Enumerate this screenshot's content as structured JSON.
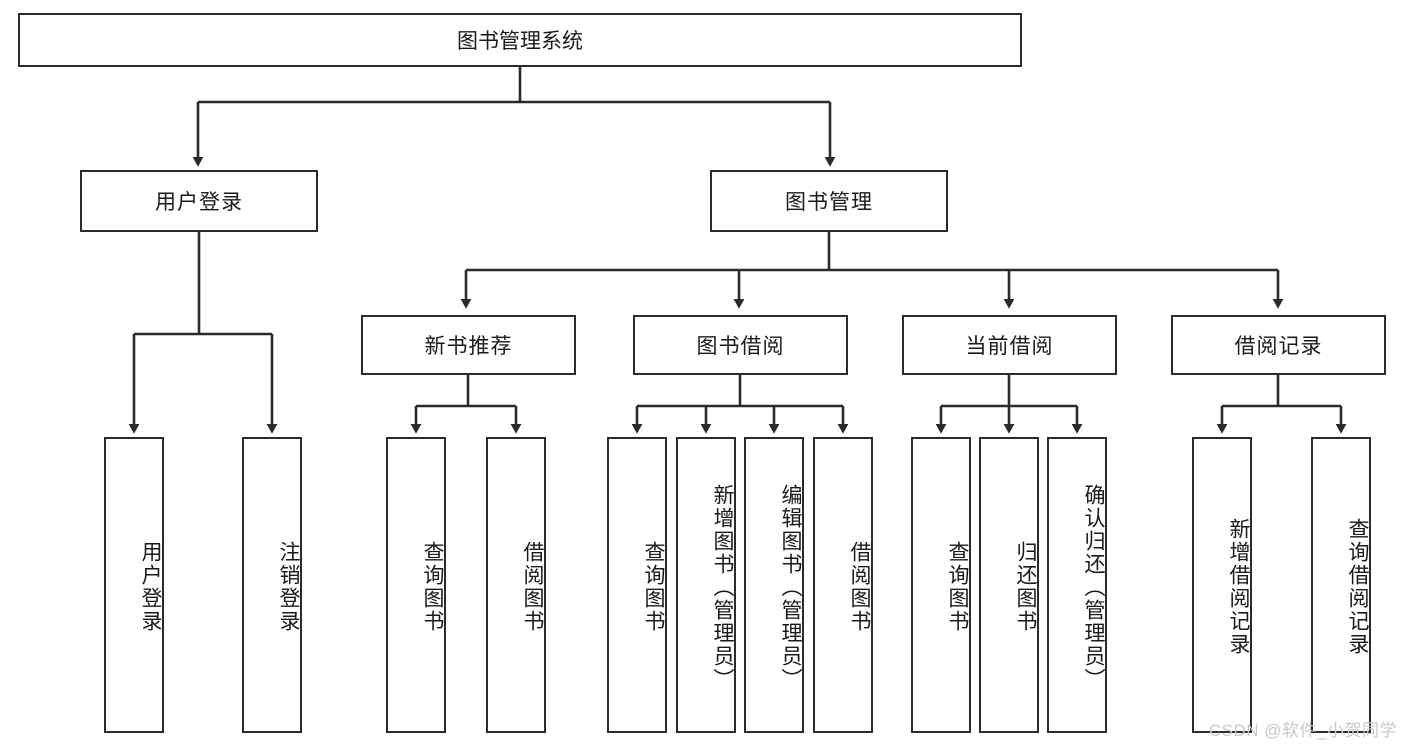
{
  "diagram": {
    "title": "图书管理系统",
    "root": {
      "label": "图书管理系统"
    },
    "level2": [
      {
        "label": "用户登录"
      },
      {
        "label": "图书管理"
      }
    ],
    "level3": [
      {
        "label": "新书推荐"
      },
      {
        "label": "图书借阅"
      },
      {
        "label": "当前借阅"
      },
      {
        "label": "借阅记录"
      }
    ],
    "leaves": {
      "user_login": [
        {
          "label": "用户登录"
        },
        {
          "label": "注销登录"
        }
      ],
      "new_book_recommend": [
        {
          "label": "查询图书"
        },
        {
          "label": "借阅图书"
        }
      ],
      "book_borrow": [
        {
          "label": "查询图书"
        },
        {
          "label": "新增图书（管理员）"
        },
        {
          "label": "编辑图书（管理员）"
        },
        {
          "label": "借阅图书"
        }
      ],
      "current_borrow": [
        {
          "label": "查询图书"
        },
        {
          "label": "归还图书"
        },
        {
          "label": "确认归还（管理员）"
        }
      ],
      "borrow_record": [
        {
          "label": "新增借阅记录"
        },
        {
          "label": "查询借阅记录"
        }
      ]
    },
    "watermark": "CSDN @软件_小贺同学",
    "colors": {
      "stroke": "#2b2b2b",
      "background": "#ffffff",
      "text": "#1a1a1a",
      "watermark": "#c9c9c9"
    }
  }
}
